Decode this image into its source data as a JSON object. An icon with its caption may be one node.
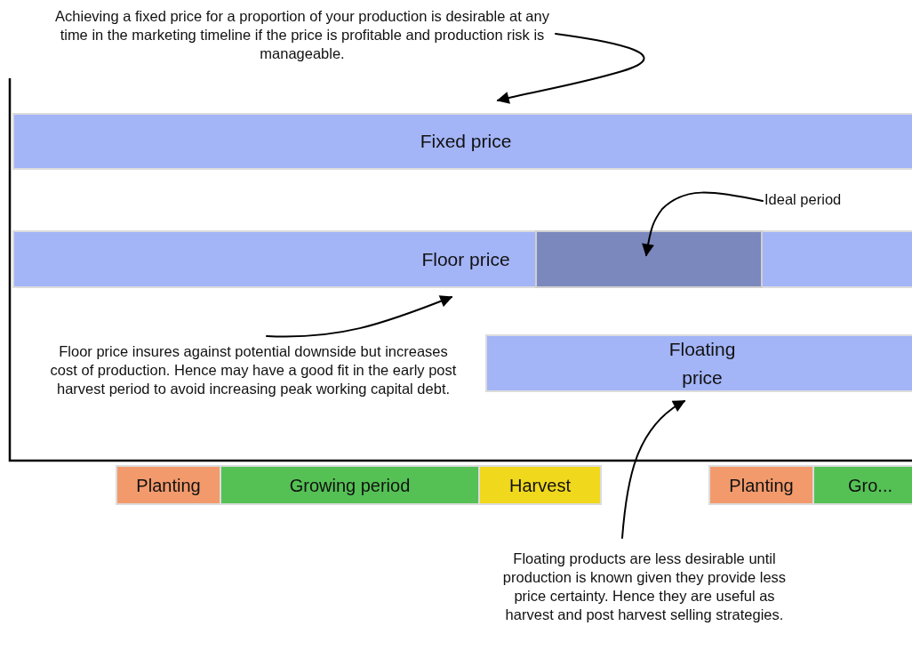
{
  "diagram": {
    "nodes": [
      {
        "text": [
          "Achieving a fixed price for a proportion of your production is desirable at any time in the marketing timeline if the price is profitable and production risk is manageable."
        ]
      },
      {
        "text": [
          "Fixed price"
        ]
      },
      {
        "text": [
          "Floor price"
        ]
      },
      {
        "text": [],
        "shape": "box",
        "in": 2
      },
      {
        "text": [
          "Ideal period"
        ]
      },
      {
        "text": [
          "Floor price insures against potential downside but increases cost of production. Hence may have a good fit in the early post harvest period to avoid increasing peak working capital debt."
        ]
      },
      {
        "text": [
          "Floating price"
        ]
      },
      {
        "text": [
          "Floating products are less desirable until production is known given they provide less price certainty. Hence they are useful as harvest and post harvest selling strategies."
        ]
      },
      {
        "text": [
          "Planting"
        ]
      },
      {
        "text": [
          "Growing period"
        ]
      },
      {
        "text": [
          "Harvest"
        ]
      },
      {
        "text": [
          "Planting"
        ]
      },
      {
        "text": [
          "Gro..."
        ]
      }
    ],
    "edges": [
      {
        "from": 0,
        "to": 1,
        "arrow": "to"
      },
      {
        "from": 4,
        "to": 3,
        "arrow": "to"
      },
      {
        "from": 5,
        "to": 2,
        "arrow": "to"
      },
      {
        "from": 7,
        "to": 6,
        "arrow": "to"
      }
    ]
  }
}
